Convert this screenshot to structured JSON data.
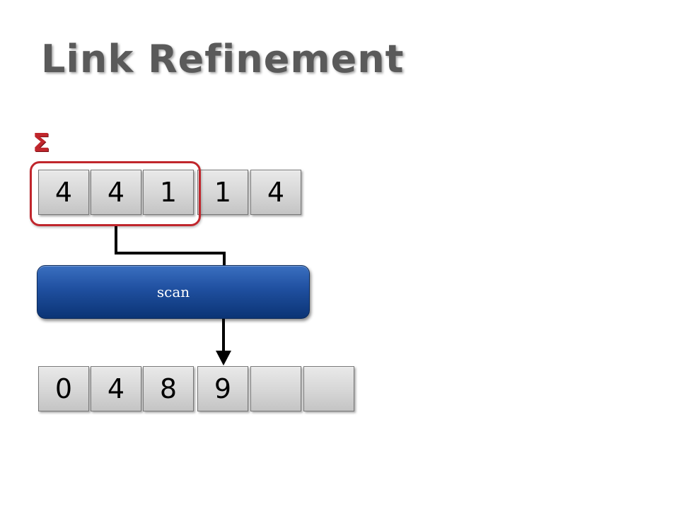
{
  "slide": {
    "title": "Link Refinement",
    "sigma_symbol": "Σ"
  },
  "input_row": {
    "cells": [
      "4",
      "4",
      "1",
      "1",
      "4"
    ]
  },
  "scan_box": {
    "label": "scan"
  },
  "output_row": {
    "cells": [
      "0",
      "4",
      "8",
      "9",
      "",
      ""
    ]
  },
  "colors": {
    "highlight": "#c0262c",
    "scan_fill": "#1f4f9f",
    "title_text": "#5a5a5a"
  }
}
